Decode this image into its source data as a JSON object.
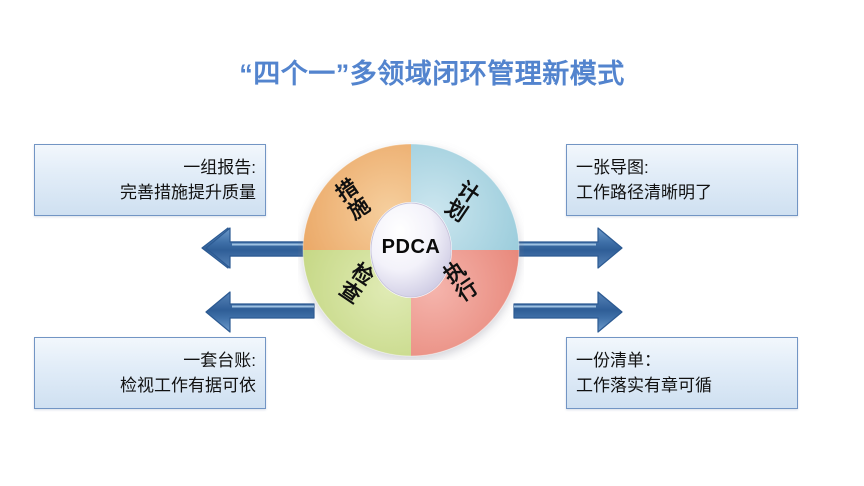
{
  "title": "“四个一”多领域闭环管理新模式",
  "colors": {
    "title": "#5384CE",
    "arrow": "#3A6BA5",
    "box_border": "#7295C4",
    "segment_plan": "#9CCDDC",
    "segment_do": "#E8897C",
    "segment_check": "#C6D886",
    "segment_act": "#EBA968",
    "hub": "#EDEBF6"
  },
  "wheel": {
    "center_label": "PDCA",
    "segments": [
      {
        "id": "act",
        "label": "措施",
        "position": "top-left",
        "color": "#EBA968"
      },
      {
        "id": "plan",
        "label": "计划",
        "position": "top-right",
        "color": "#9CCDDC"
      },
      {
        "id": "check",
        "label": "检查",
        "position": "bottom-left",
        "color": "#C6D886"
      },
      {
        "id": "do",
        "label": "执行",
        "position": "bottom-right",
        "color": "#E8897C"
      }
    ]
  },
  "callouts": [
    {
      "id": "top-left",
      "position": "top-left",
      "align": "right",
      "heading": "一组报告:",
      "detail": "完善措施提升质量",
      "arrow": "up"
    },
    {
      "id": "top-right",
      "position": "top-right",
      "align": "left",
      "heading": "一张导图:",
      "detail": "工作路径清晰明了",
      "arrow": "up"
    },
    {
      "id": "bottom-left",
      "position": "bottom-left",
      "align": "right",
      "heading": "一套台账:",
      "detail": "检视工作有据可依",
      "arrow": "down"
    },
    {
      "id": "bottom-right",
      "position": "bottom-right",
      "align": "left",
      "heading": "一份清单：",
      "detail": "工作落实有章可循",
      "arrow": "down"
    }
  ]
}
